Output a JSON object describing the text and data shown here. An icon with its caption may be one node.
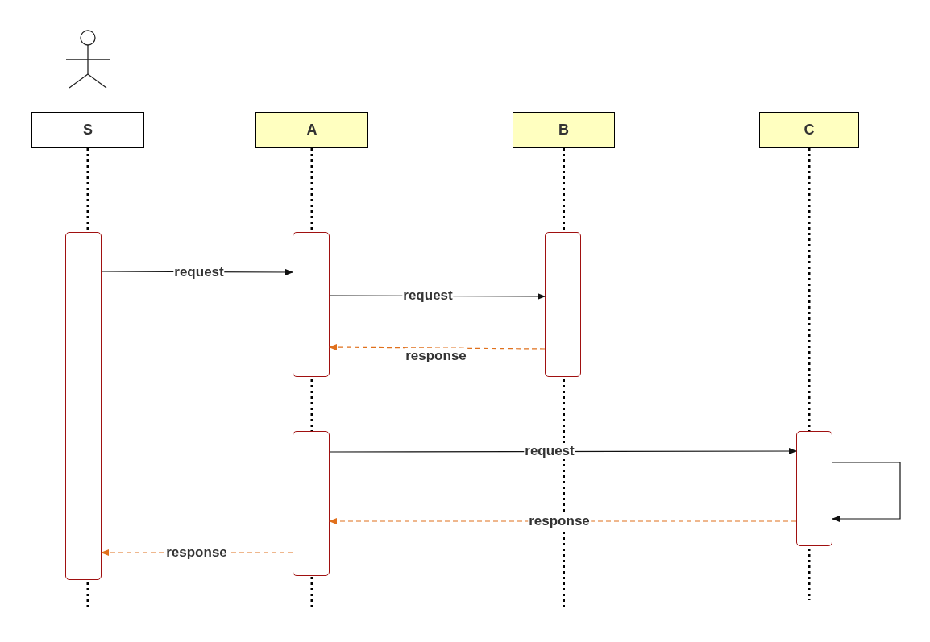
{
  "diagram": {
    "nodes": [
      {
        "text": [
          "S"
        ]
      },
      {
        "text": [
          "A"
        ]
      },
      {
        "text": [
          "B"
        ]
      },
      {
        "text": [
          "C"
        ]
      },
      {
        "text": [],
        "shape": "bar"
      },
      {
        "text": [],
        "shape": "bar"
      },
      {
        "text": [],
        "shape": "bar"
      },
      {
        "text": [],
        "shape": "bar"
      },
      {
        "text": [],
        "shape": "bar"
      }
    ],
    "edges": [
      {
        "from": 4,
        "to": 5,
        "arrow": "to",
        "label": "request"
      },
      {
        "from": 5,
        "to": 7,
        "arrow": "to",
        "label": "request"
      },
      {
        "from": 7,
        "to": 5,
        "arrow": "to",
        "label": "response",
        "style": "dashed",
        "color": "#e0701c"
      },
      {
        "from": 6,
        "to": 8,
        "arrow": "to",
        "label": "request"
      },
      {
        "from": 8,
        "to": 8,
        "arrow": "to"
      },
      {
        "from": 8,
        "to": 6,
        "arrow": "to",
        "label": "response",
        "style": "dashed",
        "color": "#e0701c"
      },
      {
        "from": 6,
        "to": 4,
        "arrow": "to",
        "label": "response",
        "style": "dashed",
        "color": "#e0701c"
      }
    ]
  }
}
